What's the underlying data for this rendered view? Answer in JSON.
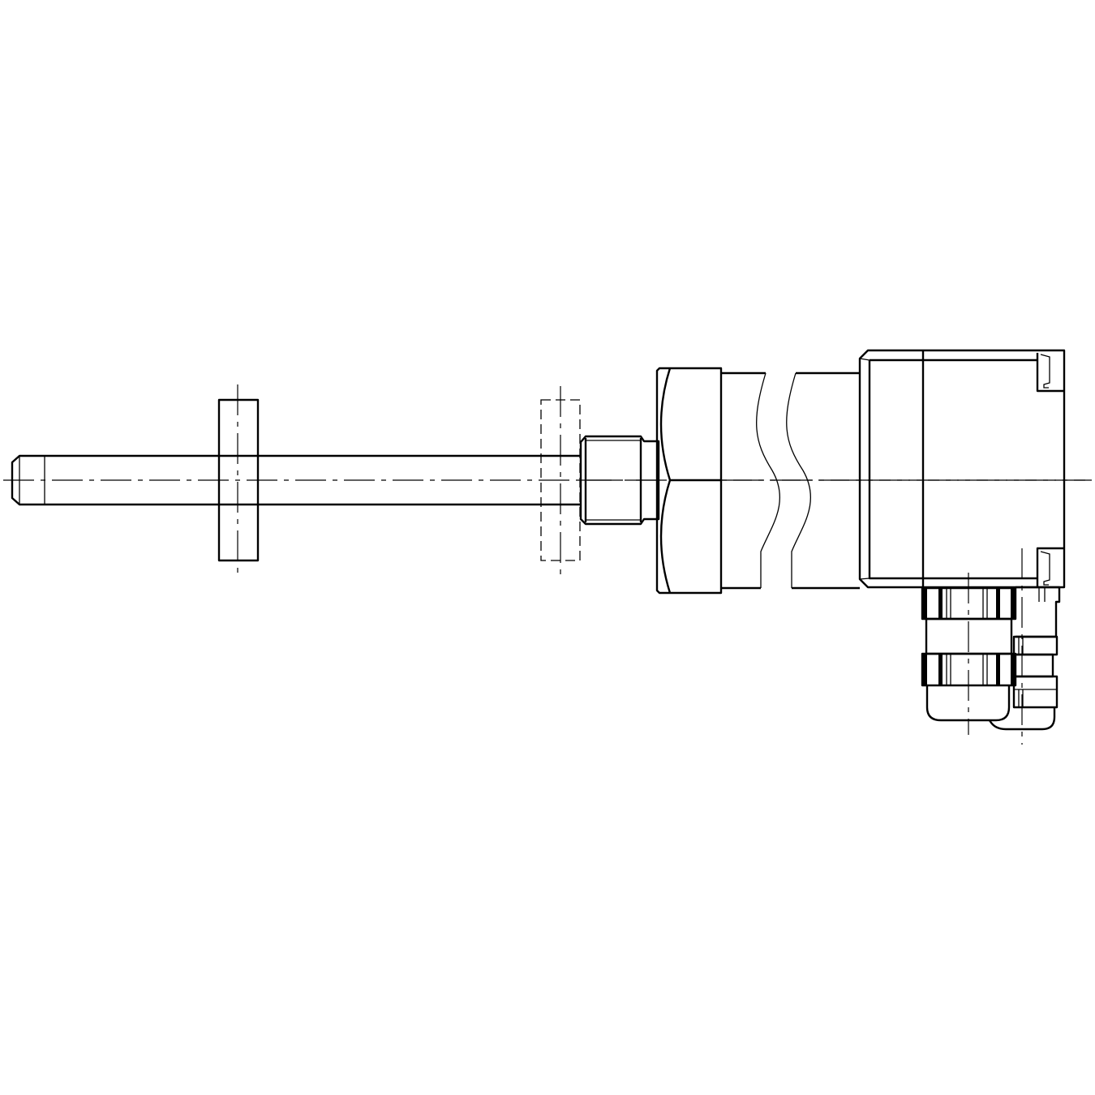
{
  "drawing": {
    "subject": "",
    "line_color": "#000000",
    "background": "#ffffff",
    "components": [
      "probe-rod",
      "flange",
      "mounting-flange-optional",
      "threaded-fitting",
      "hex-nut",
      "extension-tube-broken",
      "terminal-housing",
      "cable-gland-1",
      "cable-gland-2"
    ]
  }
}
